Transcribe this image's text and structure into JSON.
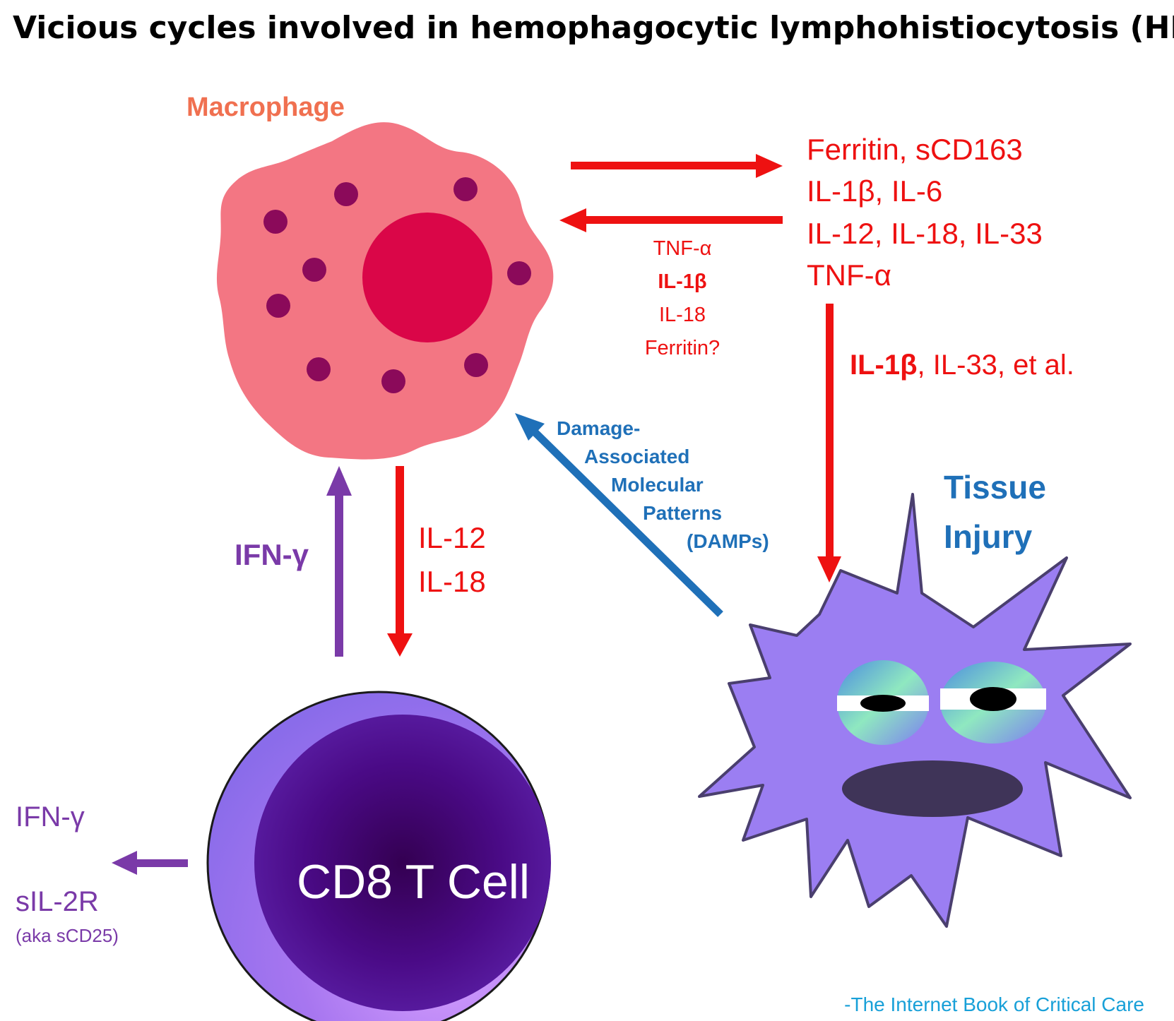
{
  "title": "Vicious cycles involved in hemophagocytic lymphohistiocytosis (HLH)",
  "colors": {
    "red": "#ee1111",
    "blue": "#1f70b8",
    "purple": "#7a3aa8",
    "macrophage_label": "#f07050",
    "credit": "#18a0d8"
  },
  "macrophage": {
    "label": "Macrophage"
  },
  "macrophage_outputs": [
    "Ferritin, sCD163",
    "IL-1β, IL-6",
    "IL-12, IL-18, IL-33",
    "TNF-α"
  ],
  "feedback_to_macrophage": [
    "TNF-α",
    "IL-1β",
    "IL-18",
    "Ferritin?"
  ],
  "tissue_effect": {
    "bold": "IL-1β",
    "rest": ", IL-33, et al."
  },
  "damps": [
    "Damage-",
    "Associated",
    "Molecular",
    "Patterns",
    "(DAMPs)"
  ],
  "tissue_injury": [
    "Tissue",
    "Injury"
  ],
  "t_to_macrophage": "IFN-γ",
  "macrophage_to_t": [
    "IL-12",
    "IL-18"
  ],
  "tcell": {
    "label": "CD8 T Cell"
  },
  "tcell_outputs": {
    "ifn": "IFN-γ",
    "sil2r": "sIL-2R",
    "aka": "(aka sCD25)"
  },
  "credit": "-The Internet Book of Critical Care"
}
